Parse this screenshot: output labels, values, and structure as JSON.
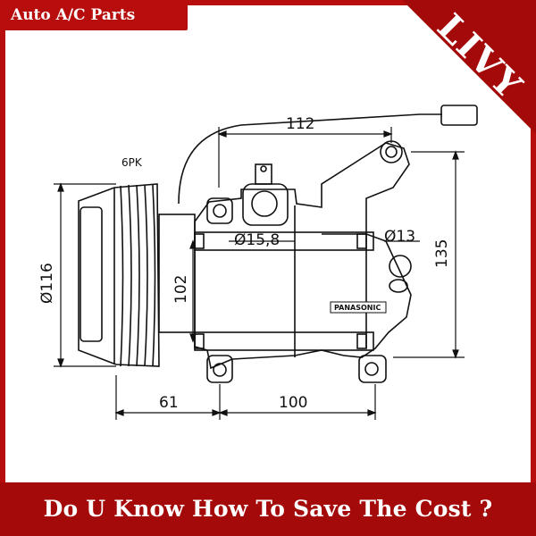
{
  "header": {
    "label": "Auto A/C Parts"
  },
  "brand": {
    "logo_text": "LIVY"
  },
  "footer": {
    "slogan": "Do U Know How To Save The Cost ?"
  },
  "drawing": {
    "belt": "6PK",
    "brand_tag": "PANASONIC",
    "dims": {
      "top_width": "112",
      "height_right": "135",
      "pulley_diameter": "Ø116",
      "mount_spacing": "102",
      "port_large": "Ø15,8",
      "port_small": "Ø13",
      "pulley_offset": "61",
      "body_width": "100"
    }
  },
  "colors": {
    "brand_red": "#b80d0d",
    "banner_red": "#a50a0a",
    "line": "#111111"
  }
}
